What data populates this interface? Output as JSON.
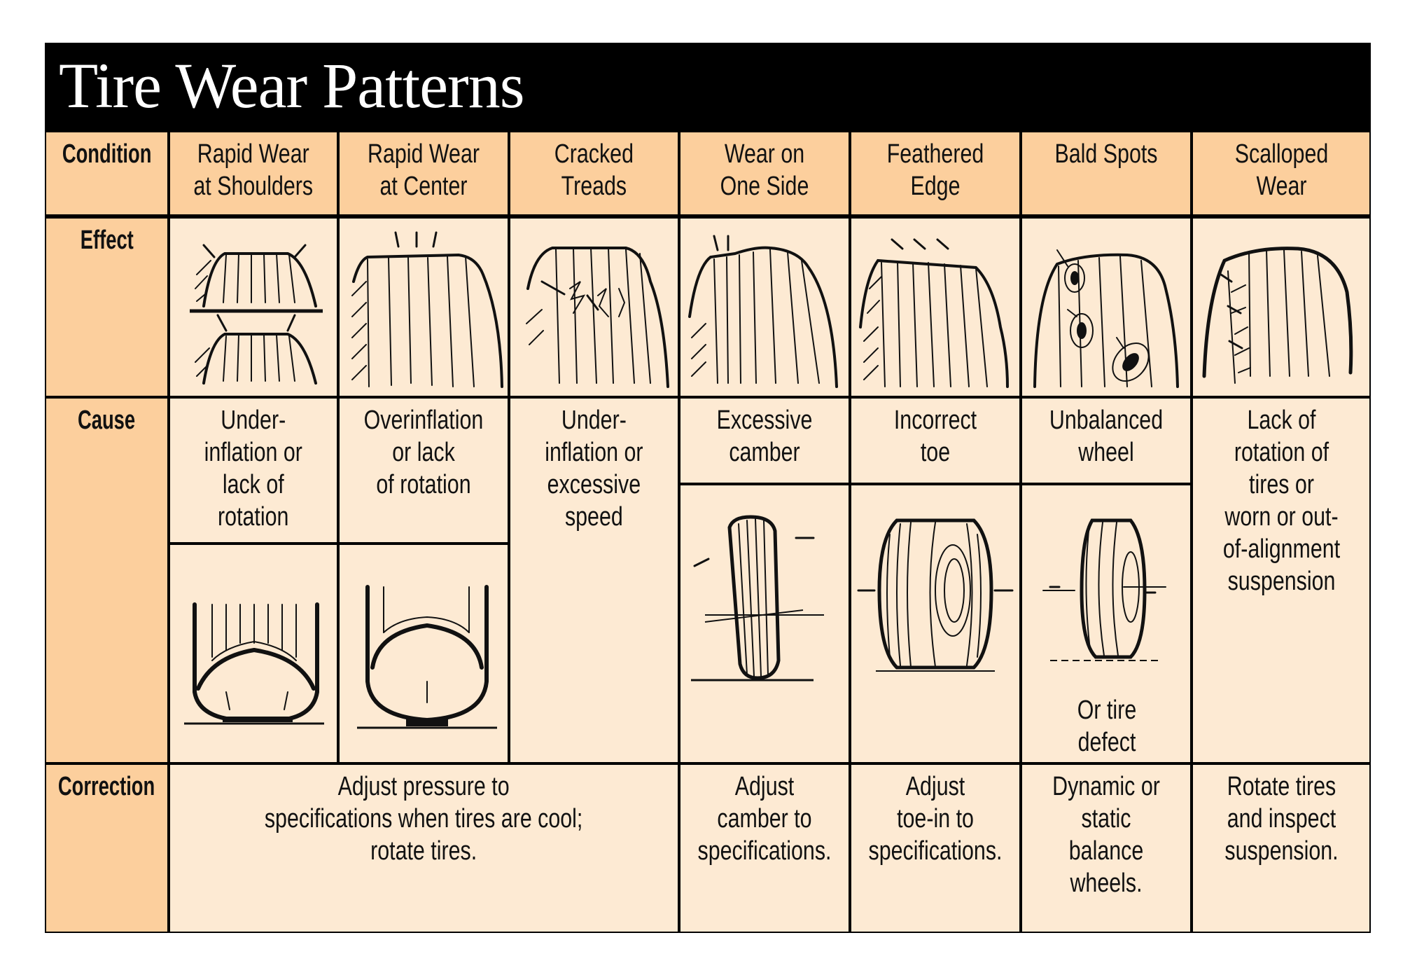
{
  "title": "Tire Wear Patterns",
  "row_labels": {
    "condition": "Condition",
    "effect": "Effect",
    "cause": "Cause",
    "correction": "Correction"
  },
  "conditions": [
    {
      "name": "Rapid Wear\nat Shoulders",
      "effect_icon": "shoulder-wear-tire-icon",
      "cause": "Under-\ninflation or\nlack of\nrotation",
      "cause_icon": "underinflated-tire-cross-section-icon"
    },
    {
      "name": "Rapid Wear\nat Center",
      "effect_icon": "center-wear-tire-icon",
      "cause": "Overinflation\nor lack\nof rotation",
      "cause_icon": "overinflated-tire-cross-section-icon"
    },
    {
      "name": "Cracked\nTreads",
      "effect_icon": "cracked-tread-tire-icon",
      "cause": "Under-\ninflation or\nexcessive\nspeed"
    },
    {
      "name": "Wear on\nOne Side",
      "effect_icon": "one-side-wear-tire-icon",
      "cause": "Excessive\ncamber",
      "cause_icon": "camber-tilted-tire-icon"
    },
    {
      "name": "Feathered\nEdge",
      "effect_icon": "feathered-edge-tire-icon",
      "cause": "Incorrect\ntoe",
      "cause_icon": "toe-misaligned-tire-icon"
    },
    {
      "name": "Bald Spots",
      "effect_icon": "bald-spots-tire-icon",
      "cause": "Unbalanced\nwheel",
      "cause_icon": "unbalanced-wheel-icon",
      "cause_note": "Or tire\ndefect"
    },
    {
      "name": "Scalloped\nWear",
      "effect_icon": "scalloped-wear-tire-icon",
      "cause": "Lack of\nrotation of\ntires or\nworn or out-\nof-alignment\nsuspension"
    }
  ],
  "corrections": [
    {
      "span": "Rapid Wear at Shoulders, Rapid Wear at Center, Cracked Treads",
      "text": "Adjust pressure to\nspecifications when tires are cool;\nrotate tires."
    },
    {
      "span": "Wear on One Side",
      "text": "Adjust\ncamber to\nspecifications."
    },
    {
      "span": "Feathered Edge",
      "text": "Adjust\ntoe-in to\nspecifications."
    },
    {
      "span": "Bald Spots",
      "text": "Dynamic or\nstatic\nbalance\nwheels."
    },
    {
      "span": "Scalloped Wear",
      "text": "Rotate tires\nand inspect\nsuspension."
    }
  ],
  "colors": {
    "title_band": "#000000",
    "title_text": "#ffffff",
    "label_cells": "#fccf9d",
    "content_cells": "#fdead3",
    "grid_lines": "#000000"
  }
}
